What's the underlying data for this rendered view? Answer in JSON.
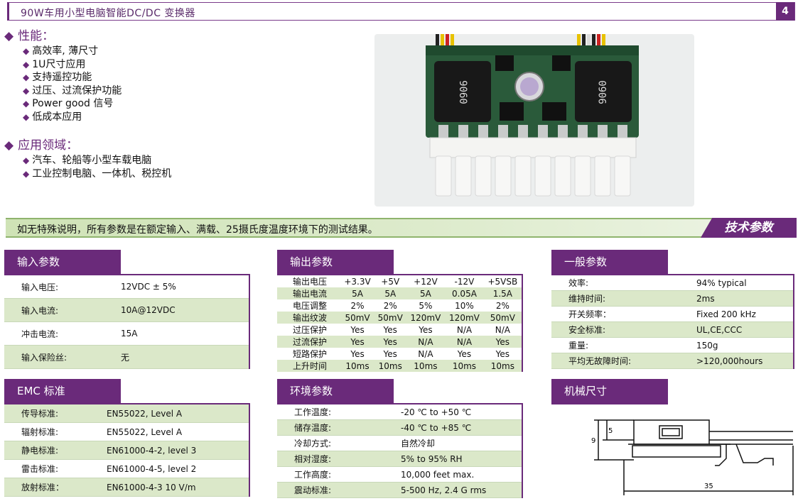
{
  "header": {
    "title": "90W车用小型电脑智能DC/DC 变换器",
    "page_number": "4"
  },
  "features": {
    "heading": "性能：",
    "items": [
      "高效率, 薄尺寸",
      "1U尺寸应用",
      "支持遥控功能",
      "过压、过流保护功能",
      "Power good 信号",
      "低成本应用"
    ]
  },
  "applications": {
    "heading": "应用领域：",
    "items": [
      "汽车、轮船等小型车载电脑",
      "工业控制电脑、一体机、税控机"
    ]
  },
  "product_photo": {
    "marking_left": "9060",
    "marking_right": "9060"
  },
  "banner": {
    "text": "如无特殊说明，所有参数是在额定输入、满载、25摄氏度温度环境下的测试结果。",
    "tag": "技术参数"
  },
  "input_params": {
    "title": "输入参数",
    "rows": [
      [
        "输入电压:",
        "12VDC ± 5%"
      ],
      [
        "输入电流:",
        "10A@12VDC"
      ],
      [
        "冲击电流:",
        "15A"
      ],
      [
        "输入保险丝:",
        "无"
      ]
    ]
  },
  "output_params": {
    "title": "输出参数",
    "rows": [
      [
        "输出电压",
        "+3.3V",
        "+5V",
        "+12V",
        "-12V",
        "+5VSB"
      ],
      [
        "输出电流",
        "5A",
        "5A",
        "5A",
        "0.05A",
        "1.5A"
      ],
      [
        "电压调整",
        "2%",
        "2%",
        "5%",
        "10%",
        "2%"
      ],
      [
        "输出纹波",
        "50mV",
        "50mV",
        "120mV",
        "120mV",
        "50mV"
      ],
      [
        "过压保护",
        "Yes",
        "Yes",
        "Yes",
        "N/A",
        "N/A"
      ],
      [
        "过流保护",
        "Yes",
        "Yes",
        "N/A",
        "N/A",
        "Yes"
      ],
      [
        "短路保护",
        "Yes",
        "Yes",
        "N/A",
        "Yes",
        "Yes"
      ],
      [
        "上升时间",
        "10ms",
        "10ms",
        "10ms",
        "10ms",
        "10ms"
      ]
    ]
  },
  "general_params": {
    "title": "一般参数",
    "rows": [
      [
        "效率:",
        "94% typical"
      ],
      [
        "维持时间:",
        "2ms"
      ],
      [
        "开关频率：",
        "Fixed 200 kHz"
      ],
      [
        "安全标准:",
        "UL,CE,CCC"
      ],
      [
        "重量:",
        "150g"
      ],
      [
        "平均无故障时间:",
        ">120,000hours"
      ]
    ]
  },
  "emc": {
    "title": "EMC 标准",
    "rows": [
      [
        "传导标准:",
        "EN55022, Level A"
      ],
      [
        "辐射标准:",
        "EN55022, Level A"
      ],
      [
        "静电标准:",
        "EN61000-4-2, level 3"
      ],
      [
        "雷击标准:",
        "EN61000-4-5, level 2"
      ],
      [
        "放射标准：",
        "EN61000-4-3 10 V/m"
      ]
    ]
  },
  "environment": {
    "title": "环境参数",
    "rows": [
      [
        "工作温度:",
        "-20 ℃ to +50 ℃"
      ],
      [
        "储存温度:",
        "-40 ℃ to +85 ℃"
      ],
      [
        "冷却方式:",
        "自然冷却"
      ],
      [
        "相对湿度:",
        "5% to 95% RH"
      ],
      [
        "工作高度:",
        "10,000 feet max."
      ],
      [
        "震动标准:",
        "5-500 Hz, 2.4 G rms"
      ]
    ]
  },
  "mechanical": {
    "title": "机械尺寸",
    "dim_9": "9",
    "dim_5": "5",
    "dim_35": "35"
  }
}
